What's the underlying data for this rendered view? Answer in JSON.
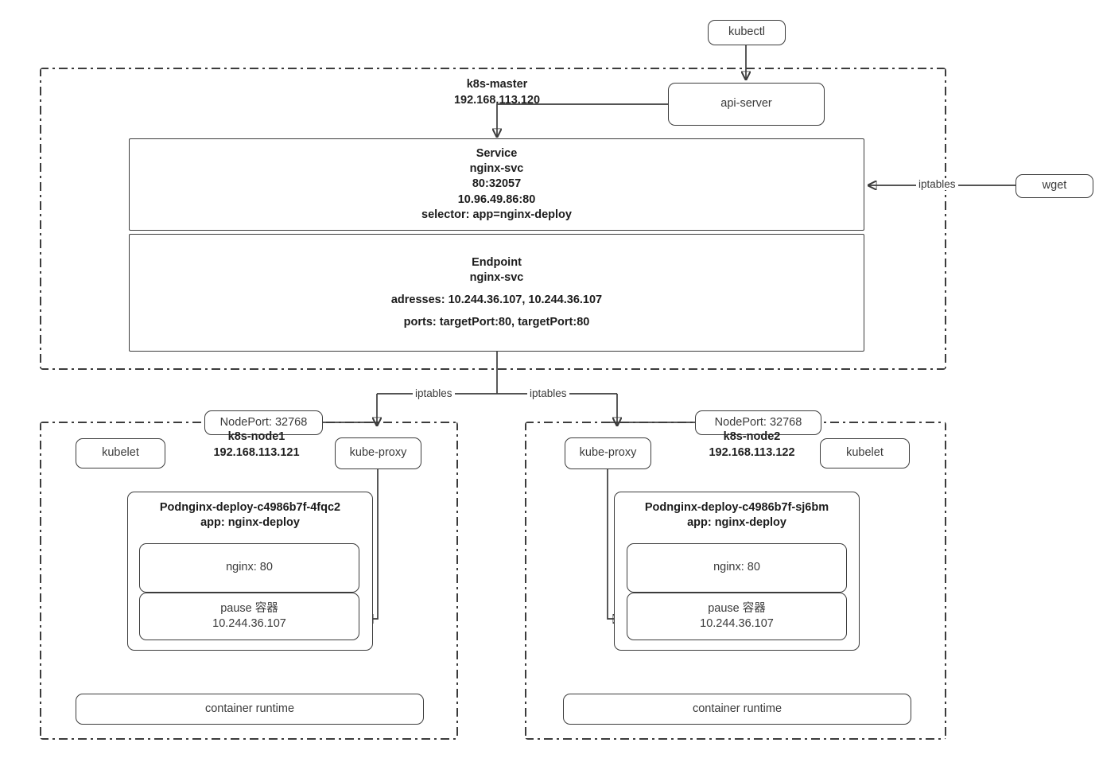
{
  "diagram": {
    "title": "Kubernetes Service / NodePort traffic flow",
    "colors": {
      "stroke": "#3c3c3c",
      "text": "#2b2b2b",
      "background": "#ffffff"
    }
  },
  "external": {
    "kubectl": "kubectl",
    "wget": "wget"
  },
  "master": {
    "name": "k8s-master",
    "ip": "192.168.113.120",
    "api_server": "api-server",
    "service": {
      "title": "Service",
      "name": "nginx-svc",
      "ports": "80:32057",
      "cluster_ip": "10.96.49.86:80",
      "selector": "selector: app=nginx-deploy"
    },
    "endpoint": {
      "title": "Endpoint",
      "name": "nginx-svc",
      "addresses": "adresses: 10.244.36.107, 10.244.36.107",
      "ports": "ports: targetPort:80, targetPort:80"
    }
  },
  "edges": {
    "iptables_wget": "iptables",
    "iptables_left": "iptables",
    "iptables_right": "iptables"
  },
  "nodes": [
    {
      "id": "node1",
      "name": "k8s-node1",
      "ip": "192.168.113.121",
      "nodeport": "NodePort: 32768",
      "kubelet": "kubelet",
      "kube_proxy": "kube-proxy",
      "container_runtime": "container runtime",
      "pod": {
        "name": "Podnginx-deploy-c4986b7f-4fqc2",
        "label": "app: nginx-deploy",
        "containers": [
          {
            "name": "nginx: 80"
          },
          {
            "name": "pause 容器",
            "ip": "10.244.36.107"
          }
        ]
      }
    },
    {
      "id": "node2",
      "name": "k8s-node2",
      "ip": "192.168.113.122",
      "nodeport": "NodePort: 32768",
      "kubelet": "kubelet",
      "kube_proxy": "kube-proxy",
      "container_runtime": "container runtime",
      "pod": {
        "name": "Podnginx-deploy-c4986b7f-sj6bm",
        "label": "app: nginx-deploy",
        "containers": [
          {
            "name": "nginx: 80"
          },
          {
            "name": "pause 容器",
            "ip": "10.244.36.107"
          }
        ]
      }
    }
  ]
}
